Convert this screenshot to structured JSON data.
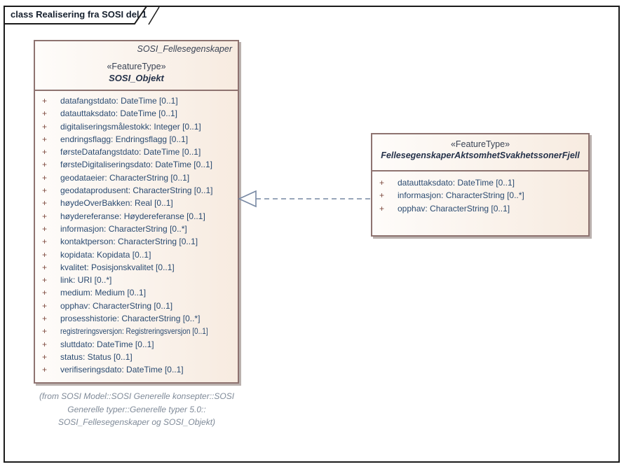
{
  "colors": {
    "frame_border": "#1b1b1b",
    "tab_text": "#16202e",
    "box_border": "#8e7370",
    "box_fill_light": "#fefcfa",
    "box_fill_dark": "#f7ebe0",
    "box_shadow": "#bab1ae",
    "heading_text": "#3a4354",
    "name_text": "#25324a",
    "attr_text": "#2a4a70",
    "plus_marker": "#7e4a3e",
    "note_text": "#7f8a98",
    "arrow_color": "#7788a3"
  },
  "frame": {
    "title": "class Realisering fra SOSI del 1"
  },
  "left_class": {
    "package_label": "SOSI_Fellesegenskaper",
    "stereotype": "«FeatureType»",
    "name": "SOSI_Objekt",
    "attributes": [
      {
        "vis": "+",
        "text": "datafangstdato: DateTime [0..1]"
      },
      {
        "vis": "+",
        "text": "datauttaksdato: DateTime [0..1]"
      },
      {
        "vis": "+",
        "text": "digitaliseringsmålestokk: Integer [0..1]"
      },
      {
        "vis": "+",
        "text": "endringsflagg: Endringsflagg [0..1]"
      },
      {
        "vis": "+",
        "text": "førsteDatafangstdato: DateTime [0..1]"
      },
      {
        "vis": "+",
        "text": "førsteDigitaliseringsdato: DateTime [0..1]"
      },
      {
        "vis": "+",
        "text": "geodataeier: CharacterString [0..1]"
      },
      {
        "vis": "+",
        "text": "geodataprodusent: CharacterString [0..1]"
      },
      {
        "vis": "+",
        "text": "høydeOverBakken: Real [0..1]"
      },
      {
        "vis": "+",
        "text": "høydereferanse: Høydereferanse [0..1]"
      },
      {
        "vis": "+",
        "text": "informasjon: CharacterString [0..*]"
      },
      {
        "vis": "+",
        "text": "kontaktperson: CharacterString [0..1]"
      },
      {
        "vis": "+",
        "text": "kopidata: Kopidata [0..1]"
      },
      {
        "vis": "+",
        "text": "kvalitet: Posisjonskvalitet [0..1]"
      },
      {
        "vis": "+",
        "text": "link: URI [0..*]"
      },
      {
        "vis": "+",
        "text": "medium: Medium [0..1]"
      },
      {
        "vis": "+",
        "text": "opphav: CharacterString [0..1]"
      },
      {
        "vis": "+",
        "text": "prosesshistorie: CharacterString [0..*]"
      },
      {
        "vis": "+",
        "text": "registreringsversjon: Registreringsversjon [0..1]"
      },
      {
        "vis": "+",
        "text": "sluttdato: DateTime [0..1]"
      },
      {
        "vis": "+",
        "text": "status: Status [0..1]"
      },
      {
        "vis": "+",
        "text": "verifiseringsdato: DateTime [0..1]"
      }
    ],
    "note_lines": [
      "(from SOSI Model::SOSI Generelle konsepter::SOSI",
      "Generelle typer::Generelle typer 5.0::",
      "SOSI_Fellesegenskaper og SOSI_Objekt)"
    ]
  },
  "right_class": {
    "stereotype": "«FeatureType»",
    "name": "FellesegenskaperAktsomhetSvakhetssonerFjell",
    "attributes": [
      {
        "vis": "+",
        "text": "datauttaksdato: DateTime [0..1]"
      },
      {
        "vis": "+",
        "text": "informasjon: CharacterString [0..*]"
      },
      {
        "vis": "+",
        "text": "opphav: CharacterString [0..1]"
      }
    ]
  },
  "relationship": {
    "type": "realization",
    "style": "dashed"
  }
}
